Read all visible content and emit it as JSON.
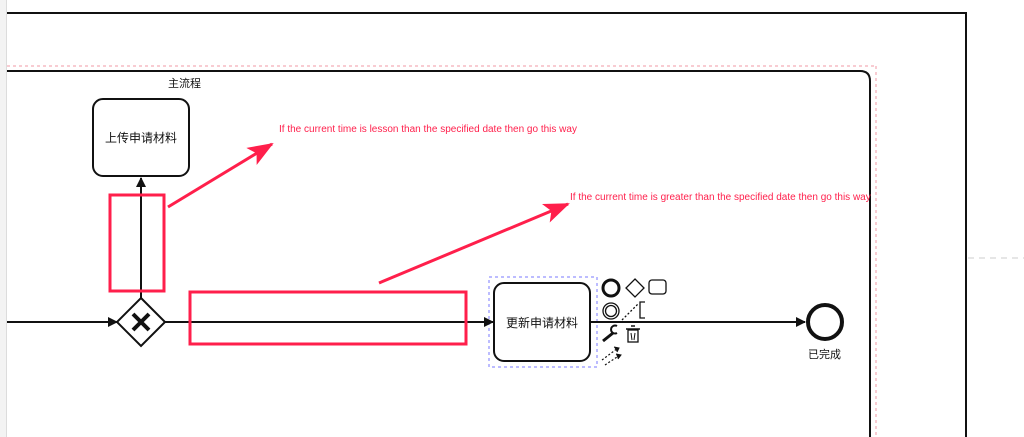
{
  "diagram": {
    "pool_title": "主流程",
    "tasks": [
      {
        "id": "upload",
        "label": "上传申请材料"
      },
      {
        "id": "update",
        "label": "更新申请材料"
      }
    ],
    "gateway": {
      "type": "exclusive",
      "symbol": "X"
    },
    "end_event": {
      "label": "已完成"
    },
    "context_pad": {
      "icons": [
        "end-event-icon",
        "gateway-icon",
        "task-icon",
        "intermediate-event-icon",
        "text-annotation-icon",
        "wrench-icon",
        "trash-icon",
        "connect-icon"
      ]
    }
  },
  "annotations": {
    "note_upper": "If the current time is lesson than the specified date then go this way",
    "note_lower": "If the current time is greater than the specified date then go this way",
    "highlight_color": "#ff1f4b"
  },
  "colors": {
    "stroke": "#111111",
    "selection": "#7a7aff",
    "pool_dash": "#f29aa5"
  }
}
